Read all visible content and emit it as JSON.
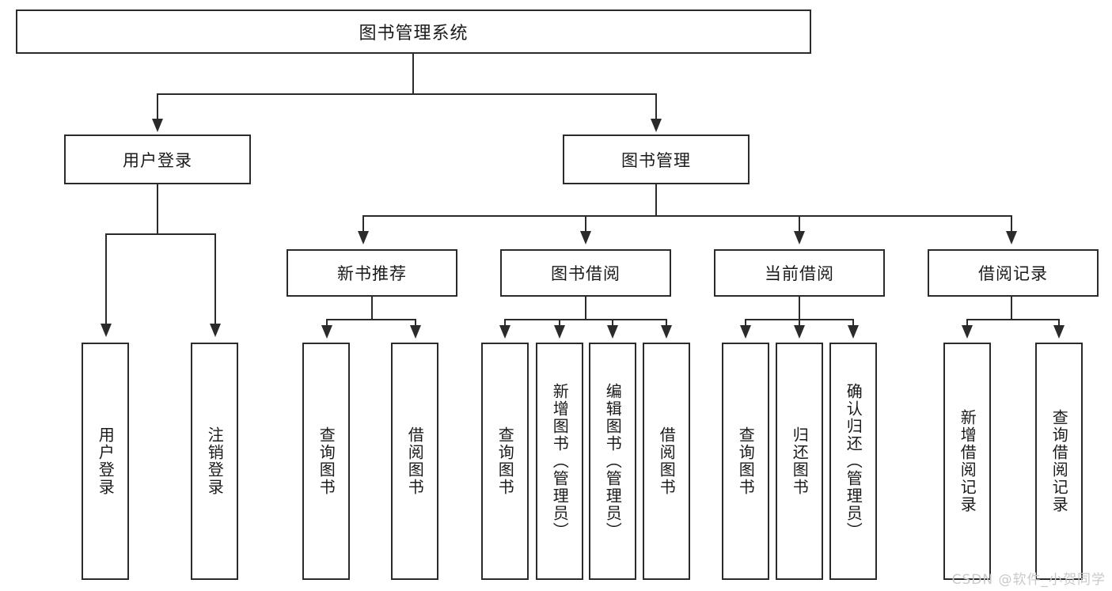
{
  "diagram": {
    "type": "tree-hierarchy",
    "title_node": {
      "label": "图书管理系统"
    },
    "level2": [
      {
        "label": "用户登录"
      },
      {
        "label": "图书管理"
      }
    ],
    "level3": [
      {
        "label": "新书推荐"
      },
      {
        "label": "图书借阅"
      },
      {
        "label": "当前借阅"
      },
      {
        "label": "借阅记录"
      }
    ],
    "leaves": {
      "user_login": [
        {
          "label": "用户登录"
        },
        {
          "label": "注销登录"
        }
      ],
      "new_book": [
        {
          "label": "查询图书"
        },
        {
          "label": "借阅图书"
        }
      ],
      "book_borrow": [
        {
          "label": "查询图书"
        },
        {
          "label": "新增图书（管理员）"
        },
        {
          "label": "编辑图书（管理员）"
        },
        {
          "label": "借阅图书"
        }
      ],
      "current_borrow": [
        {
          "label": "查询图书"
        },
        {
          "label": "归还图书"
        },
        {
          "label": "确认归还（管理员）"
        }
      ],
      "borrow_record": [
        {
          "label": "新增借阅记录"
        },
        {
          "label": "查询借阅记录"
        }
      ]
    }
  },
  "watermark": {
    "text": "CSDN @软件_小贺同学"
  },
  "colors": {
    "stroke": "#2b2b2b",
    "background": "#ffffff",
    "text": "#1a1a1a",
    "watermark": "#c9c9c9"
  }
}
